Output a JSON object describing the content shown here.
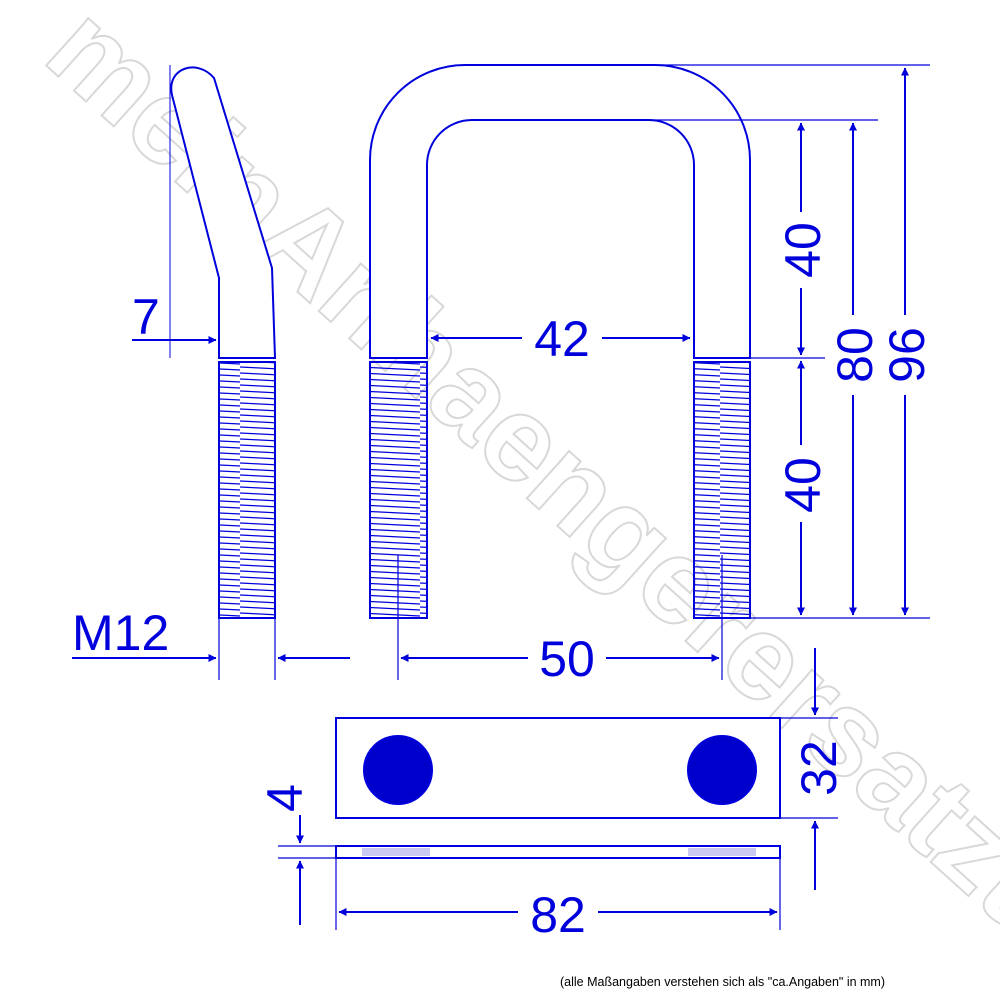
{
  "watermark": "meinAnhaengerersatzteil",
  "dimensions": {
    "bend_offset": "7",
    "thread": "M12",
    "inner_width": "42",
    "upper_height": "40",
    "lower_height": "40",
    "inner_height": "80",
    "total_height": "96",
    "center_distance": "50",
    "plate_width": "82",
    "plate_height": "32",
    "plate_thickness": "4"
  },
  "footnote": "(alle Maßangaben verstehen sich als \"ca.Angaben\" in mm)",
  "colors": {
    "drawing": "#0000dd",
    "hole": "#0000cc",
    "watermark_outline": "#d8d8d8"
  }
}
